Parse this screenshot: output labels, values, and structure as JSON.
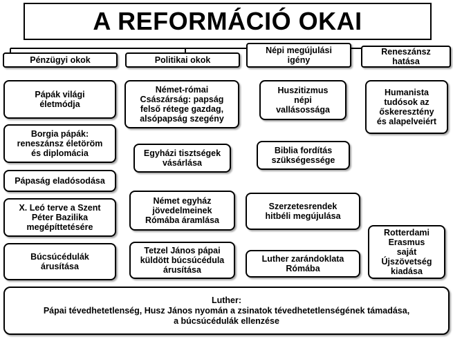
{
  "title": "A REFORMÁCIÓ OKAI",
  "columns": [
    {
      "header": "Pénzügyi okok",
      "items": [
        "Pápák világi\néletmódja",
        "Borgia pápák:\nreneszánsz életöröm\nés diplomácia",
        "Pápaság eladósodása",
        "X. Leó terve a Szent\nPéter Bazilika\nmegépíttetésére",
        "Búcsúcédulák\nárusítása"
      ]
    },
    {
      "header": "Politikai okok",
      "items": [
        "Német-római\nCsászárság:  papság\nfelső rétege gazdag,\nalsópapság szegény",
        "Egyházi tisztségek\nvásárlása",
        "Német egyház\njövedelmeinek\nRómába áramlása",
        "Tetzel János pápai\nküldött búcsúcédula\nárusítása"
      ]
    },
    {
      "header": "Népi megújulási\nigény",
      "items": [
        "Huszitizmus\nnépi\nvallásossága",
        "Biblia fordítás\nszükségessége",
        "Szerzetesrendek\nhitbéli megújulása",
        "Luther zarándoklata\nRómába"
      ]
    },
    {
      "header": "Reneszánsz\nhatása",
      "items": [
        "Humanista\ntudósok az\nőskeresztény\nés alapelveiért",
        "Rotterdami\nErasmus\nsaját\nÚjszövetség\nkiadása"
      ]
    }
  ],
  "footer": {
    "heading": "Luther:",
    "line1": "Pápai tévedhetetlenség, Husz János nyomán a zsinatok tévedhetetlenségének támadása,",
    "line2": "a búcsúcédulák ellenzése"
  }
}
